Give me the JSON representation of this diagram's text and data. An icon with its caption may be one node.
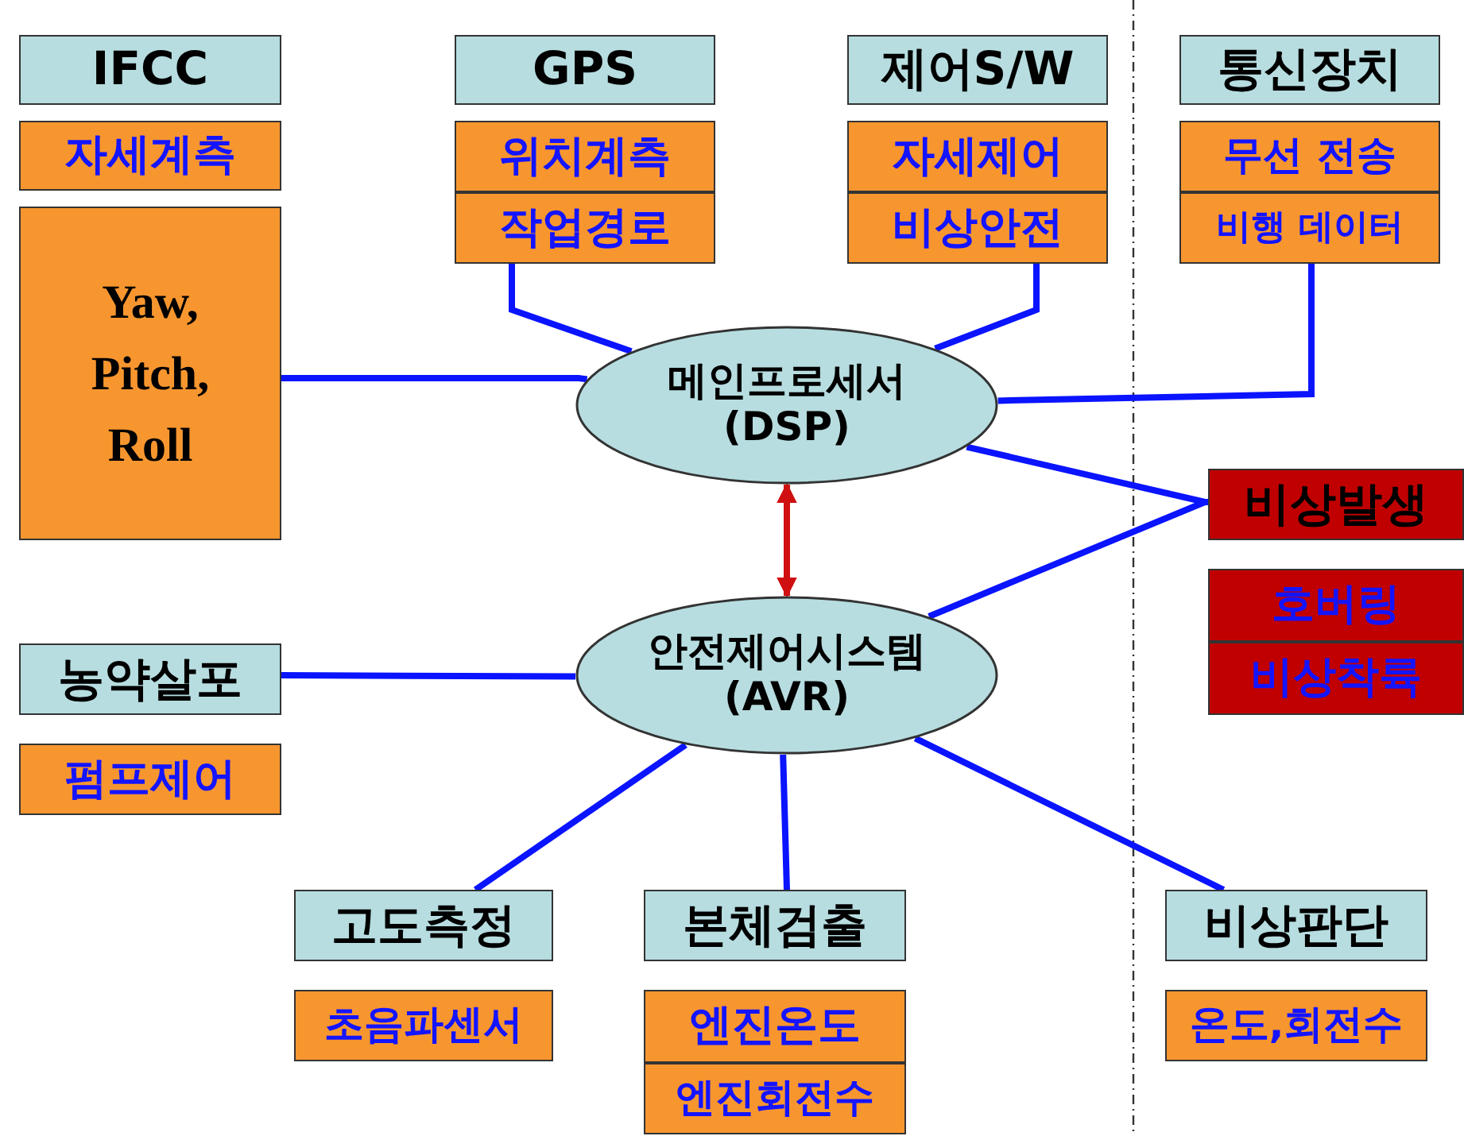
{
  "diagram": {
    "nodes": [
      {
        "text": [
          "IFCC"
        ]
      },
      {
        "text": [
          "자세계측"
        ]
      },
      {
        "text": [
          "Yaw, Pitch, Roll"
        ]
      },
      {
        "text": [
          "GPS"
        ]
      },
      {
        "text": [
          "위치계측"
        ]
      },
      {
        "text": [
          "작업경로"
        ]
      },
      {
        "text": [
          "제어S/W"
        ]
      },
      {
        "text": [
          "자세제어"
        ]
      },
      {
        "text": [
          "비상안전"
        ]
      },
      {
        "text": [
          "통신장치"
        ]
      },
      {
        "text": [
          "무선 전송"
        ]
      },
      {
        "text": [
          "비행 데이터"
        ]
      },
      {
        "text": [
          "메인프로세서 (DSP)"
        ]
      },
      {
        "text": [
          "비상발생"
        ]
      },
      {
        "text": [
          "호버링"
        ]
      },
      {
        "text": [
          "비상착륙"
        ]
      },
      {
        "text": [
          "안전제어시스템 (AVR)"
        ]
      },
      {
        "text": [
          "농약살포"
        ]
      },
      {
        "text": [
          "펌프제어"
        ]
      },
      {
        "text": [
          "고도측정"
        ]
      },
      {
        "text": [
          "초음파센서"
        ]
      },
      {
        "text": [
          "본체검출"
        ]
      },
      {
        "text": [
          "엔진온도"
        ]
      },
      {
        "text": [
          "엔진회전수"
        ]
      },
      {
        "text": [
          "비상판단"
        ]
      },
      {
        "text": [
          "온도,회전수"
        ]
      }
    ],
    "edges": [
      {
        "from": 5,
        "to": 12,
        "arrow": "none"
      },
      {
        "from": 8,
        "to": 12,
        "arrow": "none"
      },
      {
        "from": 11,
        "to": 12,
        "arrow": "none"
      },
      {
        "from": 2,
        "to": 12,
        "arrow": "none"
      },
      {
        "from": 12,
        "to": 13,
        "arrow": "none"
      },
      {
        "from": 16,
        "to": 13,
        "arrow": "none"
      },
      {
        "from": 12,
        "to": 16,
        "arrow": "both",
        "color": "#d01010"
      },
      {
        "from": 17,
        "to": 16,
        "arrow": "none"
      },
      {
        "from": 16,
        "to": 19,
        "arrow": "none"
      },
      {
        "from": 16,
        "to": 21,
        "arrow": "none"
      },
      {
        "from": 16,
        "to": 24,
        "arrow": "none"
      }
    ]
  }
}
